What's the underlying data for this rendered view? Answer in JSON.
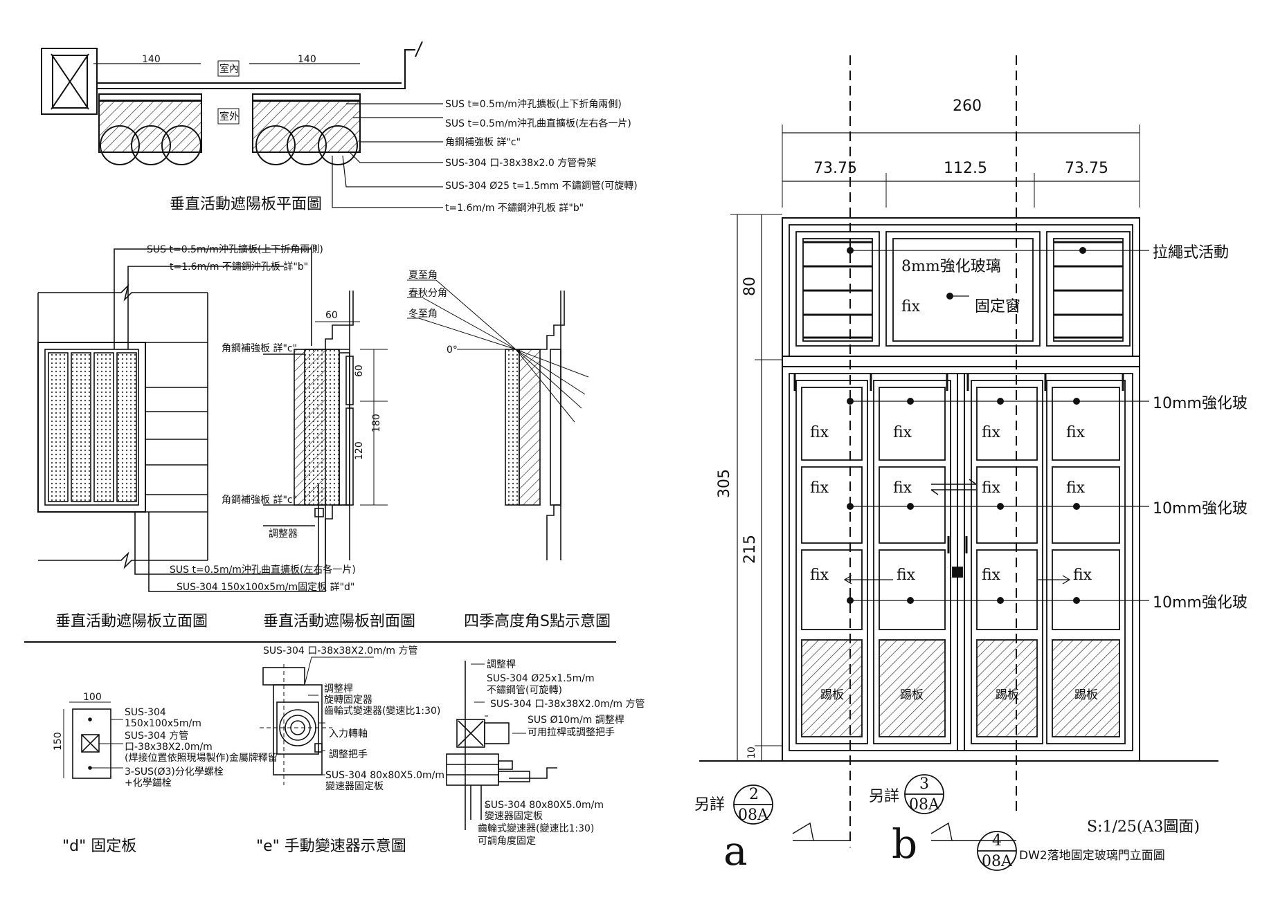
{
  "plan_view": {
    "dim_left": "140",
    "dim_right": "140",
    "label_interior": "室內",
    "label_exterior": "室外",
    "title": "垂直活動遮陽板平面圖",
    "notes": [
      "SUS t=0.5m/m沖孔擴板(上下折角兩側)",
      "SUS t=0.5m/m沖孔曲直擴板(左右各一片)",
      "角鋼補強板 詳\"c\"",
      "SUS-304 口-38x38x2.0 方管骨架",
      "SUS-304 Ø25 t=1.5mm 不鏽鋼管(可旋轉)",
      "t=1.6m/m 不鏽鋼沖孔板 詳\"b\""
    ]
  },
  "elevation_view": {
    "note_top_1": "SUS t=0.5m/m沖孔擴板(上下折角兩側)",
    "note_top_2": "t=1.6m/m 不鏽鋼沖孔板 詳\"b\"",
    "note_bottom_1": "SUS t=0.5m/m沖孔曲直擴板(左右各一片)",
    "note_bottom_2": "SUS-304 150x100x5m/m固定板 詳\"d\"",
    "title": "垂直活動遮陽板立面圖"
  },
  "section_view": {
    "dim_top": "60",
    "dim_a": "60",
    "dim_total": "180",
    "dim_b": "120",
    "note_c_top": "角鋼補強板 詳\"c\"",
    "note_c_bottom": "角鋼補強板 詳\"c\"",
    "note_device": "調整器",
    "title": "垂直活動遮陽板剖面圖"
  },
  "angle_view": {
    "labels": [
      "夏至角",
      "春秋分角",
      "冬至角"
    ],
    "zero_label": "0°",
    "title": "四季高度角S點示意圖"
  },
  "detail_d": {
    "dim": "100",
    "dim_side": "150",
    "notes": [
      "SUS-304",
      "150x100x5m/m",
      "SUS-304 方管",
      "口-38x38X2.0m/m",
      "(焊接位置依照現場製作)金屬牌釋留",
      "3-SUS(Ø3)分化學螺栓",
      "+化學錨栓"
    ],
    "title": "\"d\" 固定板"
  },
  "detail_e": {
    "top_note": "SUS-304 口-38x38X2.0m/m 方管",
    "notes": [
      "調整桿",
      "旋轉固定器",
      "齒輪式變速器(變速比1:30)",
      "入力轉軸",
      "調整把手"
    ],
    "bottom_note_1": "SUS-304 80x80X5.0m/m",
    "bottom_note_2": "變速器固定板",
    "title": "\"e\" 手動變速器示意圖"
  },
  "detail_f": {
    "notes": [
      "調整桿",
      "SUS-304 Ø25x1.5m/m",
      "不鏽鋼管(可旋轉)",
      "SUS-304 口-38x38X2.0m/m 方管",
      "SUS Ø10m/m 調整桿",
      "可用拉桿或調整把手",
      "SUS-304 80x80X5.0m/m",
      "變速器固定板",
      "齒輪式變速器(變速比1:30)",
      "可調角度固定"
    ]
  },
  "door_elevation": {
    "dim_total_width": "260",
    "dim_widths": [
      "73.75",
      "112.5",
      "73.75"
    ],
    "dim_total_height": "305",
    "dim_heights": [
      "80",
      "215",
      "10"
    ],
    "glass_8mm": "8mm強化玻璃",
    "fix_label": "fix",
    "fixed_window": "固定窗",
    "louver": "拉繩式活動",
    "glass_10mm": [
      "10mm強化玻",
      "10mm強化玻",
      "10mm強化玻"
    ],
    "kick_panel": "踢板",
    "callouts": [
      {
        "label": "另詳",
        "num": "2",
        "sheet": "08A",
        "section": "a"
      },
      {
        "label": "另詳",
        "num": "3",
        "sheet": "08A",
        "section": "b"
      },
      {
        "label": "",
        "num": "4",
        "sheet": "08A",
        "section": ""
      }
    ],
    "scale": "S:1/25(A3圖面)",
    "title": "DW2落地固定玻璃門立面圖"
  }
}
